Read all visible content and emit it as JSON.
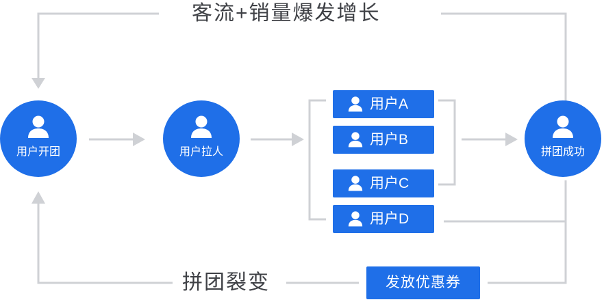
{
  "top_label": "客流+销量爆发增长",
  "bottom_label": "拼团裂变",
  "nodes": {
    "open_group": "用户开团",
    "invite": "用户拉人",
    "success": "拼团成功"
  },
  "users": [
    "用户A",
    "用户B",
    "用户C",
    "用户D"
  ],
  "coupon": "发放优惠券",
  "colors": {
    "primary": "#1f6fe8",
    "line": "#cfd1d5",
    "text": "#3f4146"
  }
}
